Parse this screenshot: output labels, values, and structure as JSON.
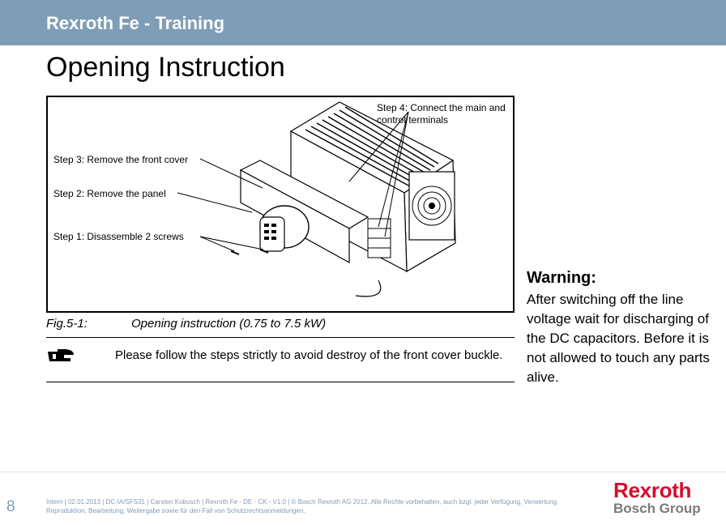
{
  "header": {
    "title": "Rexroth Fe - Training"
  },
  "slide": {
    "title": "Opening Instruction"
  },
  "figure": {
    "step4": "Step 4: Connect the main and control terminals",
    "step3": "Step 3: Remove the front cover",
    "step2": "Step 2: Remove the panel",
    "step1": "Step 1: Disassemble 2 screws",
    "caption_number": "Fig.5-1:",
    "caption_text": "Opening instruction (0.75 to 7.5 kW)"
  },
  "note": {
    "icon": "pointing-hand-icon",
    "text": "Please follow the steps strictly to avoid destroy of the front cover buckle."
  },
  "warning": {
    "title": "Warning:",
    "body": "After switching off the line voltage wait for discharging of the DC capacitors. Before it is not allowed to touch any parts alive."
  },
  "footer": {
    "page_number": "8",
    "legal": "Intern | 02.01.2013 | DC-IA/SFS31 | Carsten Kobusch | Rexroth Fe - DE - CK - V1.0 | © Bosch Rexroth AG 2012. Alle Rechte vorbehalten, auch bzgl. jeder Verfügung, Verwertung, Reproduktion, Bearbeitung, Weitergabe sowie für den Fall von Schutzrechtsanmeldungen."
  },
  "logo": {
    "brand": "Rexroth",
    "group": "Bosch Group"
  },
  "colors": {
    "header": "#7f9db6",
    "logo_red": "#d50c2f",
    "logo_gray": "#7a7a7a"
  }
}
